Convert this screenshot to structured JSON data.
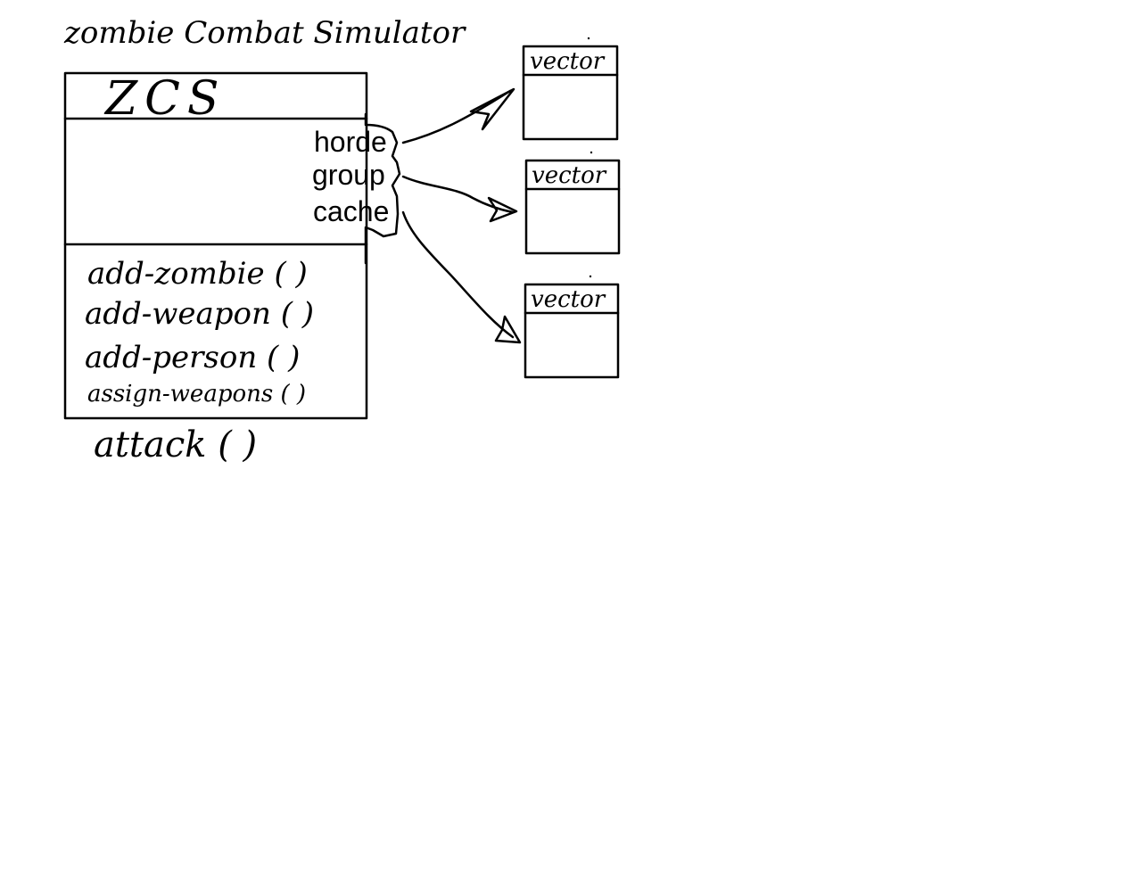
{
  "title": "zombie Combat Simulator",
  "class_box": {
    "name": "ZCS",
    "attributes": [
      "horde",
      "group",
      "cache"
    ],
    "methods": [
      "add-zombie ( )",
      "add-weapon ( )",
      "add-person ( )",
      "assign-weapons ( )"
    ],
    "extra_method": "attack ( )"
  },
  "vectors": [
    {
      "label": "vector"
    },
    {
      "label": "vector"
    },
    {
      "label": "vector"
    }
  ],
  "colors": {
    "ink": "#000000",
    "background": "#ffffff"
  }
}
